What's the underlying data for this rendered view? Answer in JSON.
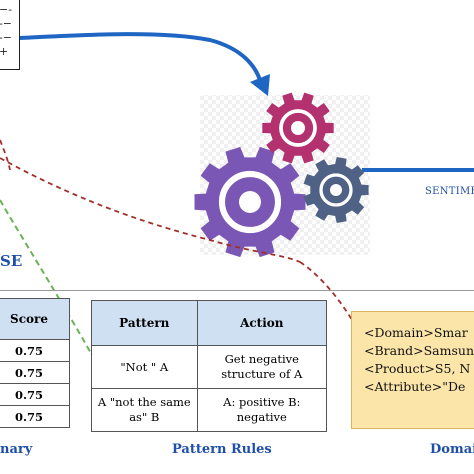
{
  "top_left_box": {
    "lines": [
      "−-",
      "-−",
      "-−",
      "+"
    ]
  },
  "sentiment_label": "SENTIME",
  "se_fragment": "SE",
  "dictionary_table": {
    "header": "Score",
    "rows": [
      "0.75",
      "0.75",
      "0.75",
      "0.75"
    ]
  },
  "pattern_table": {
    "headers": [
      "Pattern",
      "Action"
    ],
    "rows": [
      [
        "\"Not \" A",
        "Get negative structure of A"
      ],
      [
        "A \"not the same as\" B",
        "A: positive B: negative"
      ]
    ]
  },
  "domain_box": {
    "lines": [
      "<Domain>Smar",
      "<Brand>Samsun",
      "<Product>S5, N",
      "<Attribute>\"De"
    ]
  },
  "captions": {
    "left": "nary",
    "center": "Pattern Rules",
    "right": "Domai"
  },
  "colors": {
    "arrow_blue": "#1f66c4",
    "gear_magenta": "#b3316f",
    "gear_purple": "#7a56b5",
    "gear_slate": "#4f6286",
    "dashed_red": "#a0302a",
    "dashed_green": "#6bb255",
    "table_header": "#cfe0f3",
    "domain_fill": "#fbe5a8"
  }
}
